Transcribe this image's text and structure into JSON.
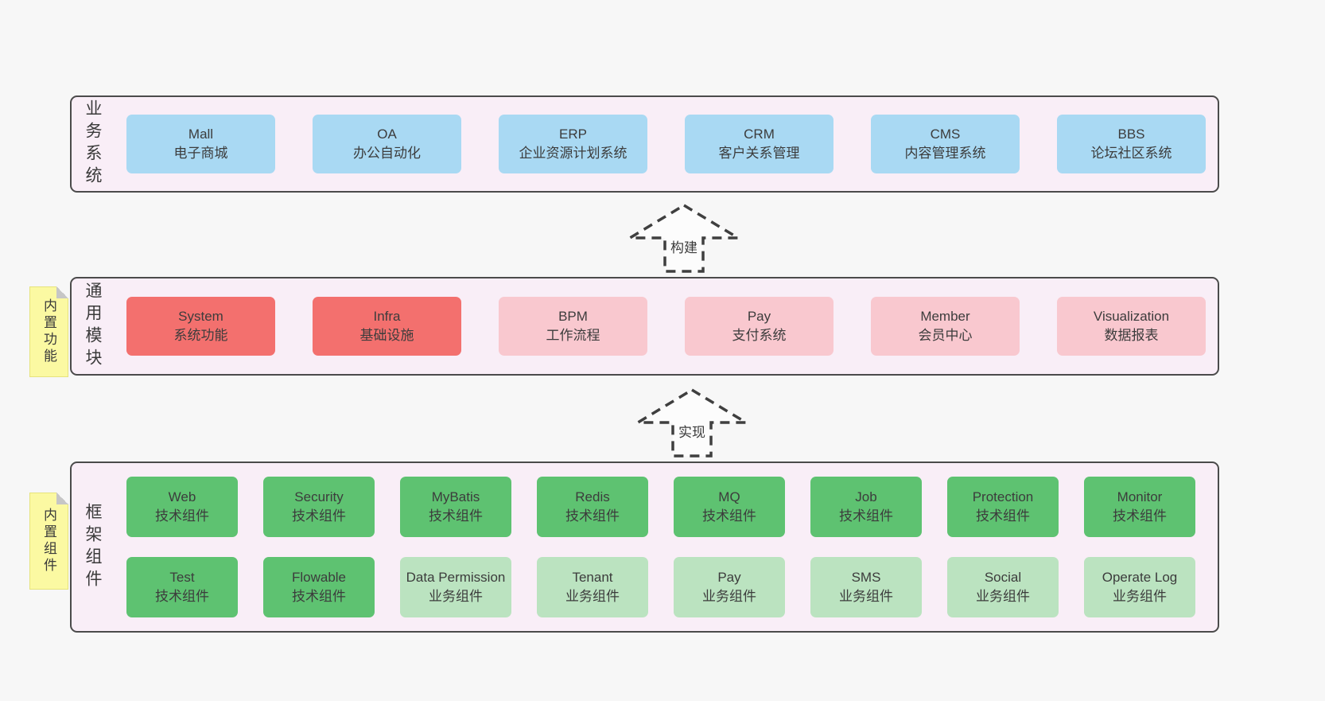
{
  "colors": {
    "page_bg": "#f7f7f7",
    "panel_bg": "#f9eef7",
    "panel_border": "#4b4b4b",
    "node_blue": "#a9d9f3",
    "node_red": "#f3706e",
    "node_pink": "#f9c8cf",
    "node_green": "#5ec271",
    "node_light_green": "#bbe3c0",
    "sticky_yellow": "#fbf9a2",
    "text": "#3c3c3c"
  },
  "arrows": [
    {
      "label": "构建"
    },
    {
      "label": "实现"
    }
  ],
  "layers": [
    {
      "id": "business",
      "label": "业务系统",
      "boxes": [
        {
          "en": "Mall",
          "zh": "电子商城",
          "type": "blue"
        },
        {
          "en": "OA",
          "zh": "办公自动化",
          "type": "blue"
        },
        {
          "en": "ERP",
          "zh": "企业资源计划系统",
          "type": "blue"
        },
        {
          "en": "CRM",
          "zh": "客户关系管理",
          "type": "blue"
        },
        {
          "en": "CMS",
          "zh": "内容管理系统",
          "type": "blue"
        },
        {
          "en": "BBS",
          "zh": "论坛社区系统",
          "type": "blue"
        }
      ]
    },
    {
      "id": "modules",
      "label": "通用模块",
      "sticky": "内置功能",
      "boxes": [
        {
          "en": "System",
          "zh": "系统功能",
          "type": "red"
        },
        {
          "en": "Infra",
          "zh": "基础设施",
          "type": "red"
        },
        {
          "en": "BPM",
          "zh": "工作流程",
          "type": "pink"
        },
        {
          "en": "Pay",
          "zh": "支付系统",
          "type": "pink"
        },
        {
          "en": "Member",
          "zh": "会员中心",
          "type": "pink"
        },
        {
          "en": "Visualization",
          "zh": "数据报表",
          "type": "pink"
        }
      ]
    },
    {
      "id": "components",
      "label": "框架组件",
      "sticky": "内置组件",
      "rows": [
        [
          {
            "en": "Web",
            "zh": "技术组件",
            "type": "green"
          },
          {
            "en": "Security",
            "zh": "技术组件",
            "type": "green"
          },
          {
            "en": "MyBatis",
            "zh": "技术组件",
            "type": "green"
          },
          {
            "en": "Redis",
            "zh": "技术组件",
            "type": "green"
          },
          {
            "en": "MQ",
            "zh": "技术组件",
            "type": "green"
          },
          {
            "en": "Job",
            "zh": "技术组件",
            "type": "green"
          },
          {
            "en": "Protection",
            "zh": "技术组件",
            "type": "green"
          },
          {
            "en": "Monitor",
            "zh": "技术组件",
            "type": "green"
          }
        ],
        [
          {
            "en": "Test",
            "zh": "技术组件",
            "type": "green"
          },
          {
            "en": "Flowable",
            "zh": "技术组件",
            "type": "green"
          },
          {
            "en": "Data Permission",
            "zh": "业务组件",
            "type": "lightgreen"
          },
          {
            "en": "Tenant",
            "zh": "业务组件",
            "type": "lightgreen"
          },
          {
            "en": "Pay",
            "zh": "业务组件",
            "type": "lightgreen"
          },
          {
            "en": "SMS",
            "zh": "业务组件",
            "type": "lightgreen"
          },
          {
            "en": "Social",
            "zh": "业务组件",
            "type": "lightgreen"
          },
          {
            "en": "Operate Log",
            "zh": "业务组件",
            "type": "lightgreen"
          }
        ]
      ]
    }
  ]
}
